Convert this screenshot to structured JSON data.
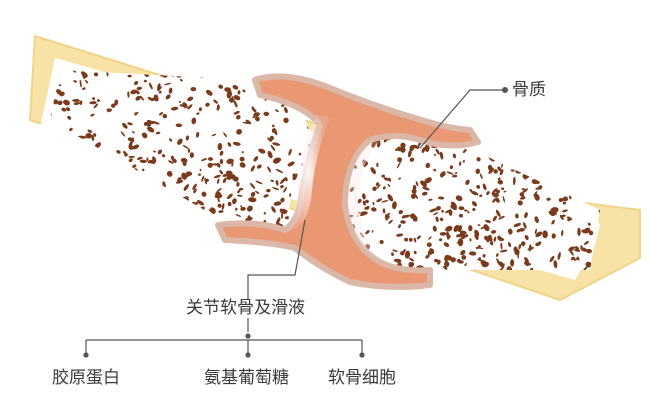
{
  "labels": {
    "bone_matter": "骨质",
    "cartilage_fluid": "关节软骨及滑液",
    "collagen": "胶原蛋白",
    "glucosamine": "氨基葡萄糖",
    "chondrocyte": "软骨细胞"
  },
  "colors": {
    "skin": "#f7e3a6",
    "skin_edge": "#f1d488",
    "cartilage": "#e99873",
    "cartilage_edge": "#dab7a6",
    "synovial_glow": "#fbe0e0",
    "spongy_bone": "#7a3a1c",
    "leader_line": "#555555"
  }
}
